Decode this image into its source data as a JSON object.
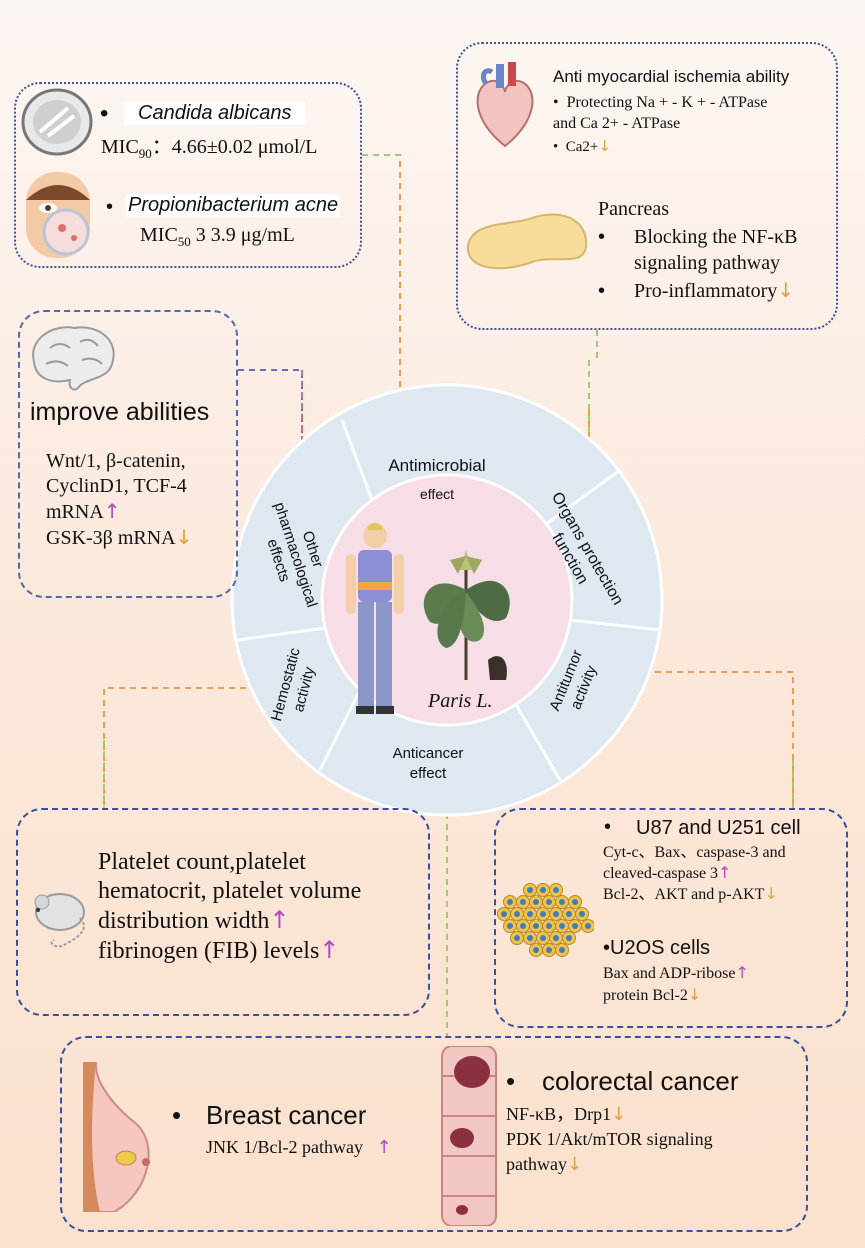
{
  "antimicrobial_box": {
    "organism1_name": "Candida albicans",
    "organism1_mic_label": "MIC",
    "organism1_mic_sub": "90",
    "organism1_mic_value": "：4.66±0.02 μmol/L",
    "organism2_name": "Propionibacterium acne",
    "organism2_mic_label": "MIC",
    "organism2_mic_sub": "50",
    "organism2_mic_value": "3 3.9 μg/mL"
  },
  "organs_box": {
    "heart_title": "Anti myocardial ischemia ability",
    "heart_item1_line1": "Protecting Na + - K + - ATPase",
    "heart_item1_line2": "and Ca 2+ - ATPase",
    "heart_item2": "Ca2+",
    "pancreas_title": "Pancreas",
    "pancreas_item1_line1": "Blocking the NF-κB",
    "pancreas_item1_line2": "signaling pathway",
    "pancreas_item2": "Pro-inflammatory"
  },
  "brain_box": {
    "title": "improve abilities",
    "line1": "Wnt/1, β-catenin,",
    "line2": "CyclinD1, TCF-4",
    "line3": "mRNA",
    "line4": "GSK-3β mRNA"
  },
  "wheel": {
    "center_label": "Paris L.",
    "seg_antimicrobial_1": "Antimicrobial",
    "seg_antimicrobial_2": "effect",
    "seg_organs_1": "Organs protection",
    "seg_organs_2": "function",
    "seg_antitumor_1": "Antitumor",
    "seg_antitumor_2": "activity",
    "seg_anticancer_1": "Anticancer",
    "seg_anticancer_2": "effect",
    "seg_hemostatic_1": "Hemostatic",
    "seg_hemostatic_2": "activity",
    "seg_other_1": "Other",
    "seg_other_2": "pharmacological",
    "seg_other_3": "effects"
  },
  "hemostatic_box": {
    "line1": "Platelet count,platelet",
    "line2": "hematocrit, platelet volume",
    "line3": "distribution width",
    "line4": "fibrinogen (FIB) levels"
  },
  "antitumor_box": {
    "title1": "U87 and U251 cell",
    "line1": "Cyt-c、Bax、caspase-3 and",
    "line2": "cleaved-caspase 3",
    "line3": "Bcl-2、AKT and p-AKT",
    "title2": "•U2OS cells",
    "line4": "Bax and ADP-ribose",
    "line5": "protein Bcl-2"
  },
  "cancer_box": {
    "breast_title": "Breast cancer",
    "breast_line": "JNK 1/Bcl-2 pathway",
    "colorectal_title": "colorectal cancer",
    "colorectal_line1": "NF-κB，Drp1",
    "colorectal_line2": "PDK 1/Akt/mTOR signaling",
    "colorectal_line3": "pathway"
  },
  "arrows": {
    "up": "↑",
    "down": "↓"
  },
  "colors": {
    "box_border": "#3b4fa0",
    "wheel_outer": "#dde8f0",
    "wheel_inner": "#f6dde6",
    "connector_orange": "#e9a050",
    "connector_green": "#a6c870",
    "up_arrow": "#b04ac0",
    "down_arrow": "#e2a040"
  },
  "icons": [
    "petri-dish-icon",
    "face-acne-icon",
    "heart-icon",
    "pancreas-icon",
    "brain-icon",
    "human-figure-icon",
    "paris-plant-icon",
    "mouse-icon",
    "cell-cluster-icon",
    "breast-icon",
    "colon-icon"
  ]
}
